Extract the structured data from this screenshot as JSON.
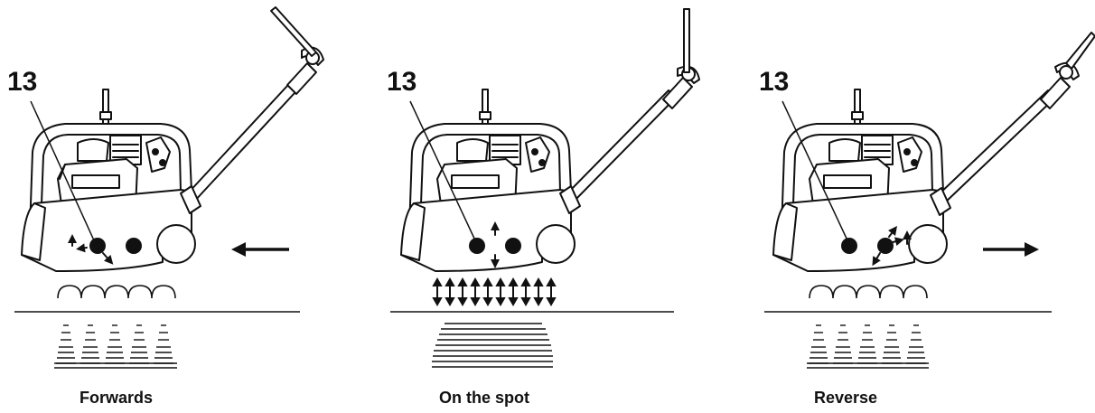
{
  "panels": [
    {
      "key": "forwards",
      "callout": "13",
      "caption": "Forwards",
      "vibration": "wave",
      "compaction": "stepped",
      "travel": "left"
    },
    {
      "key": "on-the-spot",
      "callout": "13",
      "caption": "On the spot",
      "vibration": "vertical",
      "compaction": "uniform",
      "travel": "none"
    },
    {
      "key": "reverse",
      "callout": "13",
      "caption": "Reverse",
      "vibration": "wave",
      "compaction": "stepped",
      "travel": "right"
    }
  ],
  "colors": {
    "ink": "#111111",
    "paper": "#ffffff"
  }
}
